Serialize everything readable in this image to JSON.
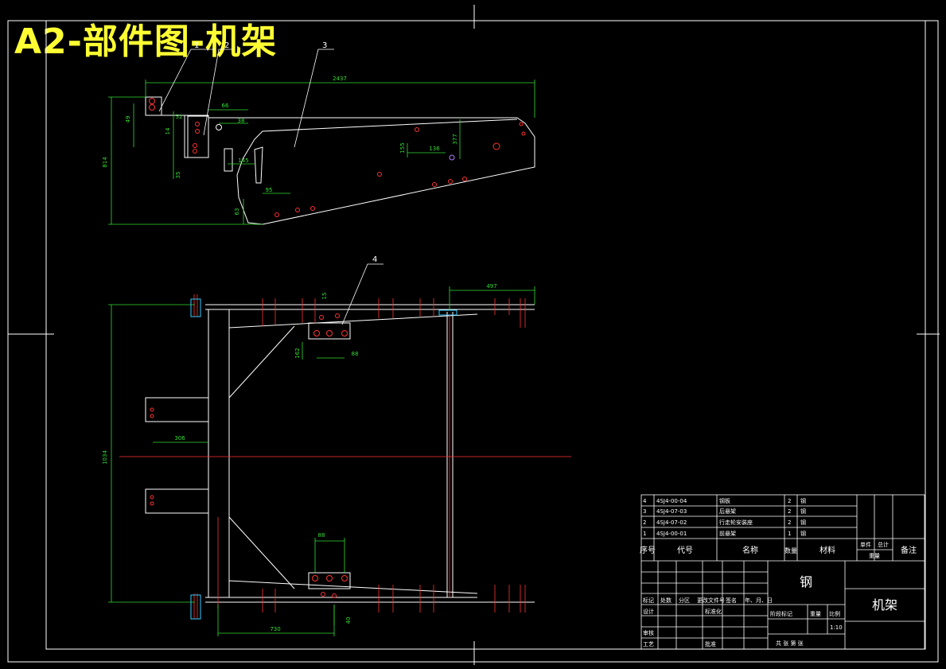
{
  "sheet": {
    "title": "A2-部件图-机架"
  },
  "balloons": {
    "b1": "1",
    "b2": "2",
    "b3": "3",
    "b4": "4"
  },
  "dims_top": {
    "overall_len": "2437",
    "height": "814",
    "d66": "66",
    "d38": "38",
    "d52": "52",
    "d49": "49",
    "d14": "14",
    "d35": "35",
    "d145": "145",
    "d95": "95",
    "d63": "63",
    "d136": "136",
    "d155": "155",
    "d377": "377"
  },
  "dims_bottom": {
    "d497": "497",
    "d15": "15",
    "d162": "162",
    "d88a": "88",
    "d306": "306",
    "d1034": "1034",
    "d88b": "88",
    "d40": "40",
    "d730": "730"
  },
  "parts_list": [
    {
      "no": "4",
      "code": "4SJ4-00-04",
      "name": "钢板",
      "qty": "2",
      "mat": "钢"
    },
    {
      "no": "3",
      "code": "4SJ4-07-03",
      "name": "后悬架",
      "qty": "2",
      "mat": "钢"
    },
    {
      "no": "2",
      "code": "4SJ4-07-02",
      "name": "行走轮安装座",
      "qty": "2",
      "mat": "钢"
    },
    {
      "no": "1",
      "code": "4SJ4-00-01",
      "name": "前悬架",
      "qty": "1",
      "mat": "钢"
    }
  ],
  "header": {
    "no": "序号",
    "code": "代号",
    "name": "名称",
    "qty": "数量",
    "mat": "材料",
    "unit": "单件",
    "total": "总计",
    "weight": "重量",
    "remark": "备注"
  },
  "title_block": {
    "material": "钢",
    "drawing_name": "机架",
    "scale": "1:10",
    "r1": [
      "标记",
      "处数",
      "分区",
      "更改文件号",
      "签名",
      "年、月、日"
    ],
    "r2": [
      "设计",
      "标准化"
    ],
    "stage_label": "阶段标记",
    "weight_label": "重量",
    "scale_label": "比例",
    "audit": "审核",
    "process": "工艺",
    "approve": "批准",
    "sheets": "共  张  第  张"
  }
}
